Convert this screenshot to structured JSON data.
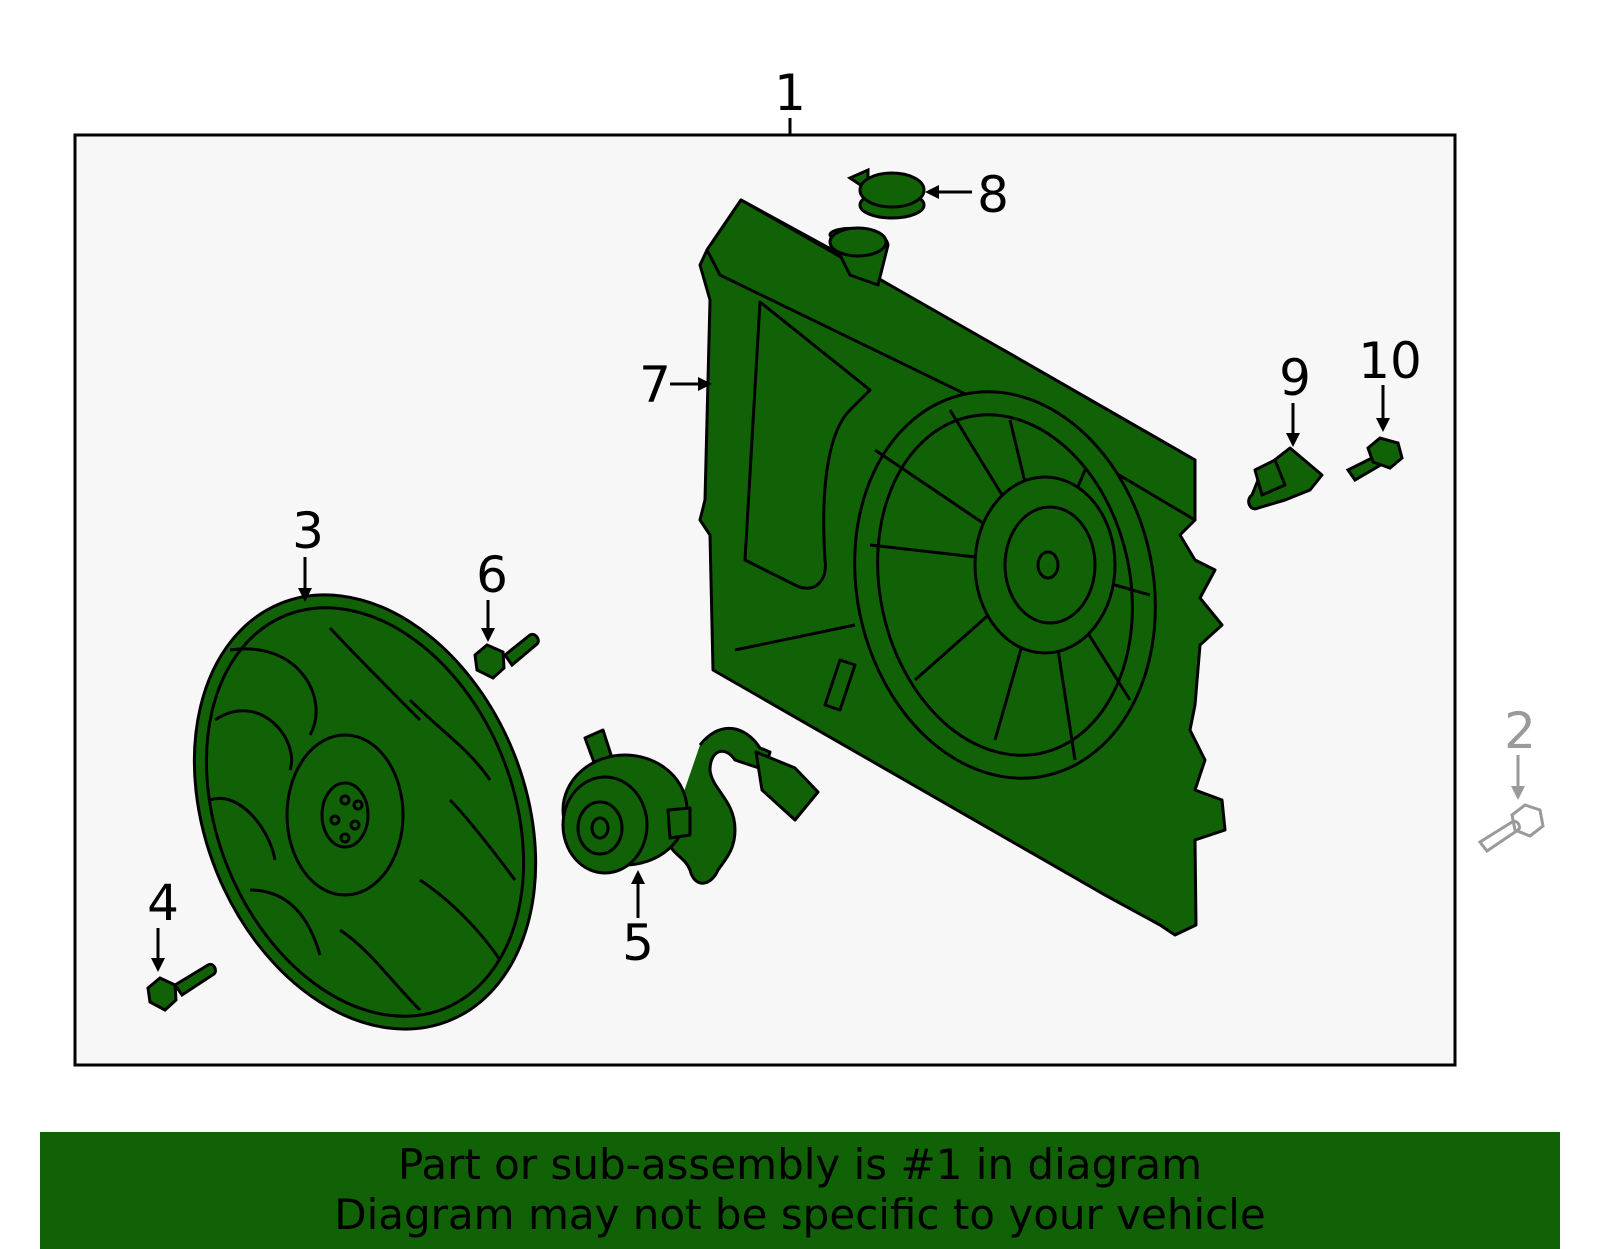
{
  "callouts": {
    "c1": "1",
    "c2": "2",
    "c3": "3",
    "c4": "4",
    "c5": "5",
    "c6": "6",
    "c7": "7",
    "c8": "8",
    "c9": "9",
    "c10": "10"
  },
  "banner": {
    "line1": "Part or sub-assembly is #1 in diagram",
    "line2": "Diagram may not be specific to your vehicle"
  },
  "colors": {
    "part_fill": "#116107",
    "frame_bg": "#f7f7f7",
    "banner_bg": "#116107",
    "excluded_part": "#9a9a9a"
  }
}
